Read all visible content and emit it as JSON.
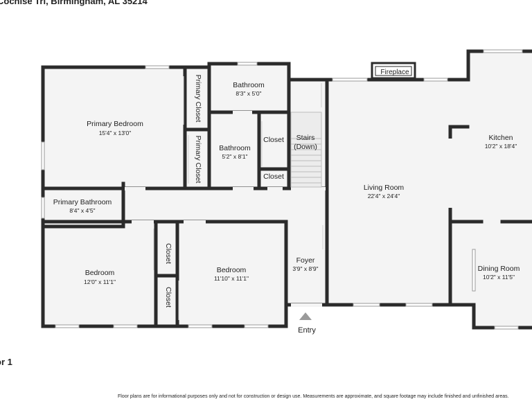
{
  "header": {
    "address": "Cochise Trl, Birmingham, AL 35214"
  },
  "floor_label": "or 1",
  "disclaimer": "Floor plans are for informational purposes only and not for construction or design use. Measurements are approximate, and square footage may include finished and unfinished areas.",
  "colors": {
    "wall": "#2b2b2b",
    "floor": "#f4f4f4",
    "window": "#ffffff",
    "stairs": "#dddddd"
  },
  "rooms": {
    "primary_bedroom": {
      "name": "Primary Bedroom",
      "dim": "15'4\" x 13'0\""
    },
    "primary_closet_1": {
      "name": "Primary Closet"
    },
    "primary_closet_2": {
      "name": "Primary Closet"
    },
    "bathroom_1": {
      "name": "Bathroom",
      "dim": "8'3\" x 5'0\""
    },
    "bathroom_2": {
      "name": "Bathroom",
      "dim": "5'2\" x 8'1\""
    },
    "closet_1": {
      "name": "Closet"
    },
    "closet_2": {
      "name": "Closet"
    },
    "stairs": {
      "name_line1": "Stairs",
      "name_line2": "(Down)"
    },
    "fireplace": {
      "name": "Fireplace"
    },
    "living_room": {
      "name": "Living Room",
      "dim": "22'4\" x 24'4\""
    },
    "kitchen": {
      "name": "Kitchen",
      "dim": "10'2\" x 18'4\""
    },
    "primary_bathroom": {
      "name": "Primary Bathroom",
      "dim": "8'4\" x 4'5\""
    },
    "closet_3": {
      "name": "Closet"
    },
    "closet_4": {
      "name": "Closet"
    },
    "bedroom_1": {
      "name": "Bedroom",
      "dim": "12'0\" x 11'1\""
    },
    "bedroom_2": {
      "name": "Bedroom",
      "dim": "11'10\" x 11'1\""
    },
    "foyer": {
      "name": "Foyer",
      "dim": "3'9\" x 8'9\""
    },
    "dining_room": {
      "name": "Dining Room",
      "dim": "10'2\" x 11'5\""
    }
  },
  "entry": {
    "label": "Entry"
  }
}
